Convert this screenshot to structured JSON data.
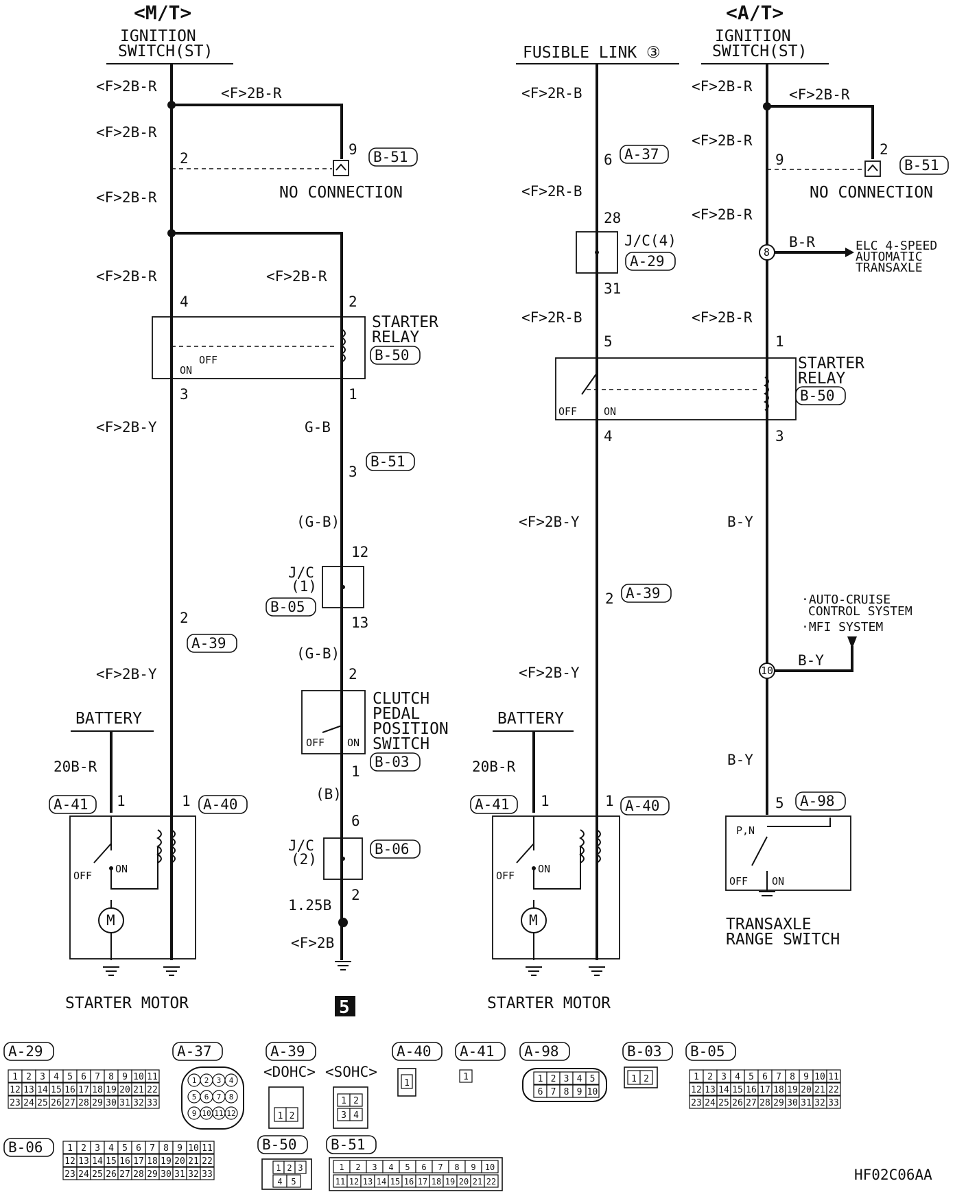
{
  "headers": {
    "mt": "<M/T>",
    "at": "<A/T>"
  },
  "sources": {
    "ign_mt": [
      "IGNITION",
      "SWITCH(ST)"
    ],
    "fusible": "FUSIBLE LINK ③",
    "ign_at": [
      "IGNITION",
      "SWITCH(ST)"
    ]
  },
  "wires": {
    "f2br": "<F>2B-R",
    "f2by": "<F>2B-Y",
    "f2rb": "<F>2R-B",
    "gb": "G-B",
    "gbp": "(G-B)",
    "bp": "(B)",
    "br": "B-R",
    "by": "B-Y",
    "b125": "1.25B",
    "f2b": "<F>2B",
    "b20r": "20B-R"
  },
  "labels": {
    "no_connection": "NO CONNECTION",
    "starter_relay": [
      "STARTER",
      "RELAY"
    ],
    "battery": "BATTERY",
    "starter_motor": "STARTER MOTOR",
    "jc1": [
      "J/C",
      "(1)"
    ],
    "jc2": [
      "J/C",
      "(2)"
    ],
    "jc4": "J/C(4)",
    "clutch": [
      "CLUTCH",
      "PEDAL",
      "POSITION",
      "SWITCH"
    ],
    "elc": [
      "ELC 4-SPEED",
      "AUTOMATIC",
      "TRANSAXLE"
    ],
    "cruise": [
      "·AUTO-CRUISE",
      "CONTROL SYSTEM",
      "·MFI SYSTEM"
    ],
    "trans_range": [
      "TRANSAXLE",
      "RANGE SWITCH"
    ],
    "off": "OFF",
    "on": "ON",
    "pn": "P,N",
    "m": "M",
    "page": "5",
    "dohc": "<DOHC>",
    "sohc": "<SOHC>",
    "code": "HF02C06AA"
  },
  "connectors": {
    "a29": "A-29",
    "a37": "A-37",
    "a39": "A-39",
    "a40": "A-40",
    "a41": "A-41",
    "a98": "A-98",
    "b03": "B-03",
    "b05": "B-05",
    "b06": "B-06",
    "b50": "B-50",
    "b51": "B-51"
  },
  "pins": {
    "p1": "1",
    "p2": "2",
    "p3": "3",
    "p4": "4",
    "p5": "5",
    "p6": "6",
    "p9": "9",
    "p12": "12",
    "p13": "13",
    "p28": "28",
    "p31": "31",
    "p8": "8",
    "p10": "10"
  },
  "pin_grids": {
    "row_1_11": [
      "1",
      "2",
      "3",
      "4",
      "5",
      "6",
      "7",
      "8",
      "9",
      "10",
      "11"
    ],
    "row_12_22": [
      "12",
      "13",
      "14",
      "15",
      "16",
      "17",
      "18",
      "19",
      "20",
      "21",
      "22"
    ],
    "row_23_33": [
      "23",
      "24",
      "25",
      "26",
      "27",
      "28",
      "29",
      "30",
      "31",
      "32",
      "33"
    ],
    "a37_r1": [
      "1",
      "2",
      "3",
      "4"
    ],
    "a37_r2": [
      "5",
      "6",
      "7",
      "8"
    ],
    "a37_r3": [
      "9",
      "10",
      "11",
      "12"
    ],
    "a98_r1": [
      "1",
      "2",
      "3",
      "4",
      "5"
    ],
    "a98_r2": [
      "6",
      "7",
      "8",
      "9",
      "10"
    ],
    "b51_r1": [
      "1",
      "2",
      "3",
      "4",
      "5",
      "6",
      "7",
      "8",
      "9",
      "10"
    ],
    "b51_r2": [
      "11",
      "12",
      "13",
      "14",
      "15",
      "16",
      "17",
      "18",
      "19",
      "20",
      "21",
      "22"
    ],
    "pair12": [
      "1",
      "2"
    ],
    "pair34": [
      "3",
      "4"
    ],
    "trio": [
      "1",
      "2",
      "3"
    ],
    "pair45": [
      "4",
      "5"
    ],
    "one": [
      "1"
    ]
  }
}
